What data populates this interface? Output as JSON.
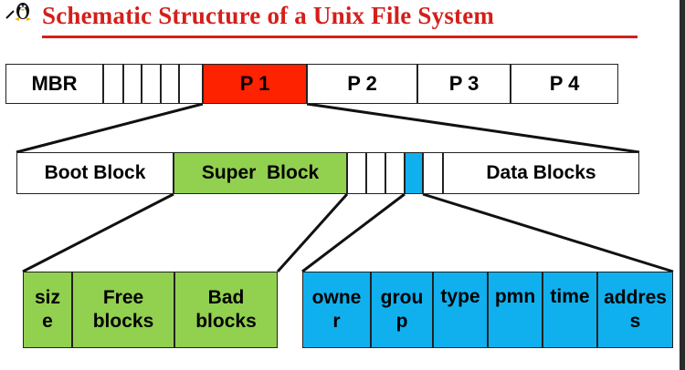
{
  "title": "Schematic Structure of a Unix File System",
  "disk": {
    "mbr": "MBR",
    "p1": "P 1",
    "p2": "P 2",
    "p3": "P 3",
    "p4": "P 4"
  },
  "partition": {
    "boot_block": "Boot Block",
    "super_block": "Super  Block",
    "data_blocks": "Data Blocks"
  },
  "super_block_fields": {
    "size": [
      "siz",
      "e"
    ],
    "free_blocks": [
      "Free",
      "blocks"
    ],
    "bad_blocks": [
      "Bad",
      "blocks"
    ]
  },
  "inode_fields": {
    "owner": [
      "owne",
      "r"
    ],
    "group": [
      "grou",
      "p"
    ],
    "type": "type",
    "pmn": "pmn",
    "time": "time",
    "address": [
      "addres",
      "s"
    ]
  },
  "colors": {
    "title": "#d41f1a",
    "partition_highlight": "#ff2200",
    "super_block": "#92d050",
    "inode": "#10b0ee"
  }
}
